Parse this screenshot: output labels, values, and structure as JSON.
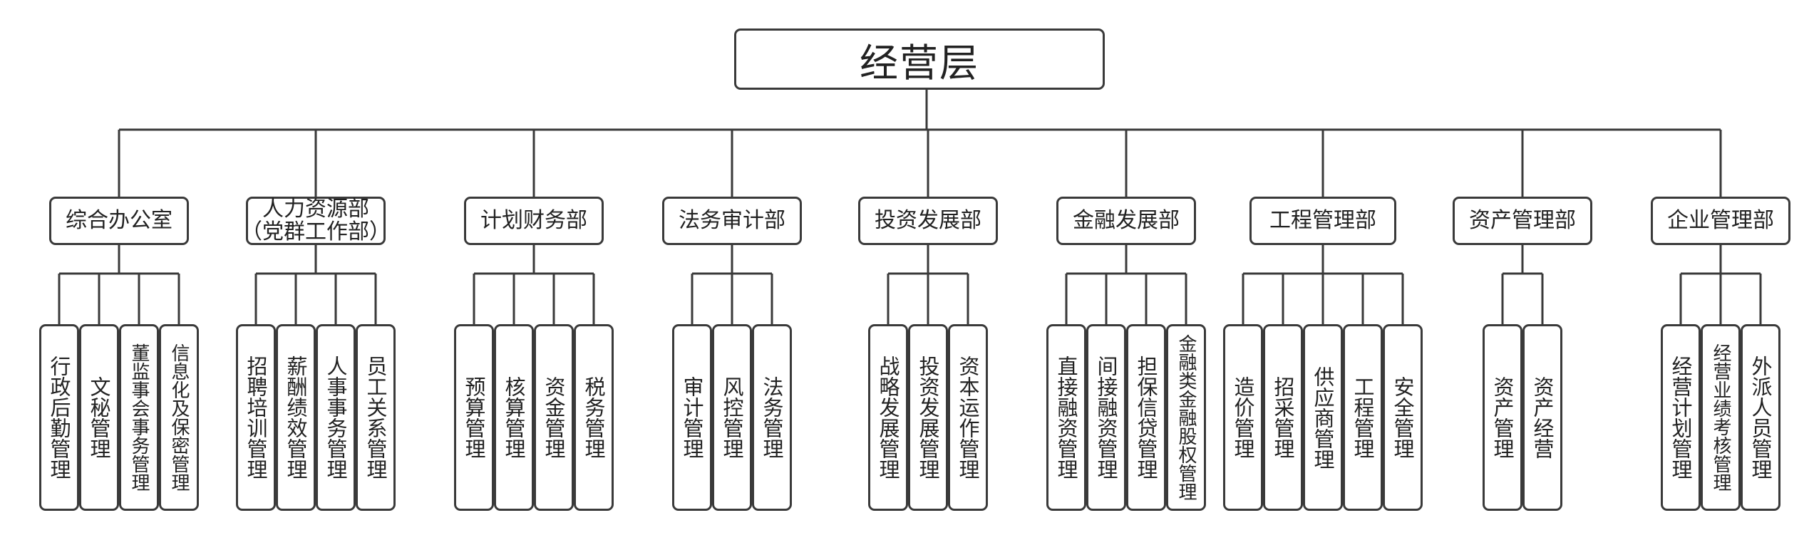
{
  "top": {
    "label": "经营层"
  },
  "departments": [
    {
      "label": "综合办公室",
      "items": [
        "行政后勤管理",
        "文秘管理",
        "董监事会事务管理",
        "信息化及保密管理"
      ]
    },
    {
      "label": "人力资源部",
      "label2": "（党群工作部）",
      "items": [
        "招聘培训管理",
        "薪酬绩效管理",
        "人事事务管理",
        "员工关系管理"
      ]
    },
    {
      "label": "计划财务部",
      "items": [
        "预算管理",
        "核算管理",
        "资金管理",
        "税务管理"
      ]
    },
    {
      "label": "法务审计部",
      "items": [
        "审计管理",
        "风控管理",
        "法务管理"
      ]
    },
    {
      "label": "投资发展部",
      "items": [
        "战略发展管理",
        "投资发展管理",
        "资本运作管理"
      ]
    },
    {
      "label": "金融发展部",
      "items": [
        "直接融资管理",
        "间接融资管理",
        "担保信贷管理",
        "金融类金融股权管理"
      ]
    },
    {
      "label": "工程管理部",
      "items": [
        "造价管理",
        "招采管理",
        "供应商管理",
        "工程管理",
        "安全管理"
      ]
    },
    {
      "label": "资产管理部",
      "items": [
        "资产管理",
        "资产经营"
      ]
    },
    {
      "label": "企业管理部",
      "items": [
        "经营计划管理",
        "经营业绩考核管理",
        "外派人员管理"
      ]
    }
  ]
}
